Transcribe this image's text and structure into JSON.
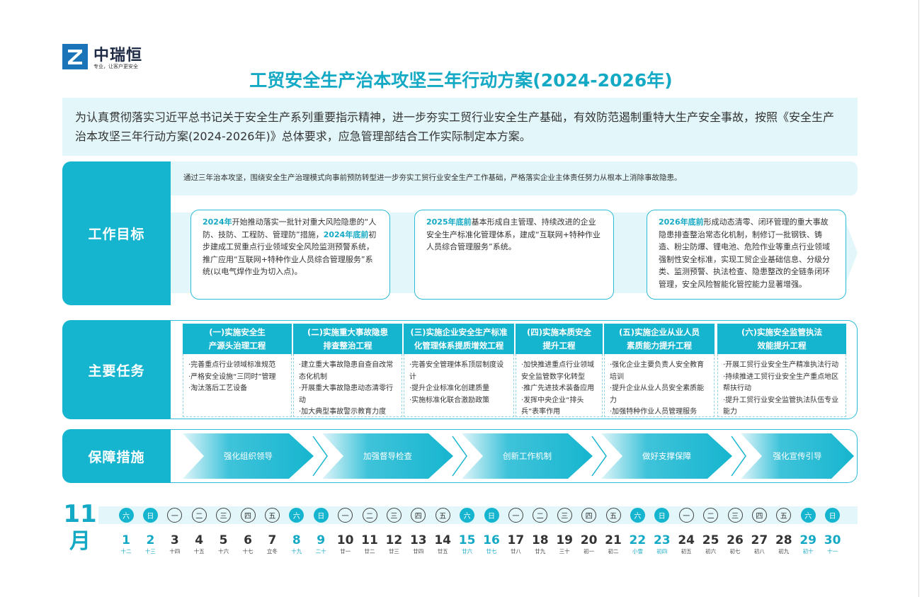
{
  "logo": {
    "name": "中瑞恒",
    "slogan": "专业，让客户更安全"
  },
  "title": "工贸安全生产治本攻坚三年行动方案(2024-2026年)",
  "intro": "为认真贯彻落实习近平总书记关于安全生产系列重要指示精神，进一步夯实工贸行业安全生产基础，有效防范遏制重特大生产安全事故，按照《安全生产治本攻坚三年行动方案(2024-2026年)》总体要求，应急管理部结合工作实际制定本方案。",
  "goals": {
    "label": "工作目标",
    "summary": "通过三年治本攻坚，围绕安全生产治理模式向事前预防转型进一步夯实工贸行业安全生产工作基础，严格落实企业主体责任努力从根本上消除事故隐患。",
    "cards": [
      {
        "y1": "2024年",
        "t1": "开始推动落实一批针对重大风险隐患的“人防、技防、工程防、管理防”措施，",
        "y2": "2024年底前",
        "t2": "初步建成工贸重点行业领域安全风险监测预警系统，推广应用“互联网+特种作业人员综合管理服务”系统(以电气焊作业为切入点)。"
      },
      {
        "y1": "2025年底前",
        "t1": "基本形成自主管理、持续改进的企业安全生产标准化管理体系，建成“互联网+特种作业人员综合管理服务”系统。"
      },
      {
        "y1": "2026年底前",
        "t1": "形成动态清零、闭环管理的重大事故隐患排查整治常态化机制，制修订一批钢铁、铸造、粉尘防爆、锂电池、危险作业等重点行业领域强制性安全标准，实现工贸企业基础信息、分级分类、监测预警、执法检查、隐患整改的全链条闭环管理，安全风险智能化管控能力显著增强。"
      }
    ]
  },
  "tasks": {
    "label": "主要任务",
    "columns": [
      {
        "h1": "(一)实施安全生",
        "h2": "产源头治理工程",
        "items": [
          "·完善重点行业领域标准规范",
          "·严格安全设施“三同时”管理",
          "·淘汰落后工艺设备"
        ]
      },
      {
        "h1": "(二)实施重大事故隐患",
        "h2": "排查整治工程",
        "items": [
          "·建立重大事故隐患自查自改常态化机制",
          "·开展重大事故隐患动态清零行动",
          "·加大典型事故警示教育力度"
        ]
      },
      {
        "h1": "(三)实施企业安全生产标准",
        "h2": "化管理体系提质增效工程",
        "items": [
          "·完善安全管理体系顶层制度设计",
          "·提升企业标准化创建质量",
          "·实施标准化联合激励政策"
        ]
      },
      {
        "h1": "(四)实施本质安全",
        "h2": "提升工程",
        "items": [
          "·加快推进重点行业领域安全监管数字化转型",
          "·推广先进技术装备应用",
          "·发挥中央企业“排头兵”表率作用"
        ]
      },
      {
        "h1": "(五)实施企业从业人员",
        "h2": "素质能力提升工程",
        "items": [
          "·强化企业主要负责人安全教育培训",
          "·提升企业从业人员安全素质能力",
          "·加强特种作业人员管理服务"
        ]
      },
      {
        "h1": "(六)实施安全监管执法",
        "h2": "效能提升工程",
        "items": [
          "·开展工贸行业安全生产精准执法行动",
          "·持续推进工贸行业安全生产重点地区帮扶行动",
          "·提升工贸行业安全监管执法队伍专业能力"
        ]
      }
    ]
  },
  "measures": {
    "label": "保障措施",
    "items": [
      "强化组织领导",
      "加强督导检查",
      "创新工作机制",
      "做好支撑保障",
      "强化宣传引导"
    ]
  },
  "calendar": {
    "month_num": "11",
    "month_char": "月",
    "days": [
      {
        "w": "六",
        "d": "1",
        "l": "十二",
        "we": true
      },
      {
        "w": "日",
        "d": "2",
        "l": "十三",
        "we": true
      },
      {
        "w": "一",
        "d": "3",
        "l": "十四",
        "we": false
      },
      {
        "w": "二",
        "d": "4",
        "l": "十五",
        "we": false
      },
      {
        "w": "三",
        "d": "5",
        "l": "十六",
        "we": false
      },
      {
        "w": "四",
        "d": "6",
        "l": "十七",
        "we": false
      },
      {
        "w": "五",
        "d": "7",
        "l": "立冬",
        "we": false
      },
      {
        "w": "六",
        "d": "8",
        "l": "十九",
        "we": true
      },
      {
        "w": "日",
        "d": "9",
        "l": "二十",
        "we": true
      },
      {
        "w": "一",
        "d": "10",
        "l": "廿一",
        "we": false
      },
      {
        "w": "二",
        "d": "11",
        "l": "廿二",
        "we": false
      },
      {
        "w": "三",
        "d": "12",
        "l": "廿三",
        "we": false
      },
      {
        "w": "四",
        "d": "13",
        "l": "廿四",
        "we": false
      },
      {
        "w": "五",
        "d": "14",
        "l": "廿五",
        "we": false
      },
      {
        "w": "六",
        "d": "15",
        "l": "廿六",
        "we": true
      },
      {
        "w": "日",
        "d": "16",
        "l": "廿七",
        "we": true
      },
      {
        "w": "一",
        "d": "17",
        "l": "廿八",
        "we": false
      },
      {
        "w": "二",
        "d": "18",
        "l": "廿九",
        "we": false
      },
      {
        "w": "三",
        "d": "19",
        "l": "三十",
        "we": false
      },
      {
        "w": "四",
        "d": "20",
        "l": "初一",
        "we": false
      },
      {
        "w": "五",
        "d": "21",
        "l": "初二",
        "we": false
      },
      {
        "w": "六",
        "d": "22",
        "l": "小雪",
        "we": true
      },
      {
        "w": "日",
        "d": "23",
        "l": "初四",
        "we": true
      },
      {
        "w": "一",
        "d": "24",
        "l": "初五",
        "we": false
      },
      {
        "w": "二",
        "d": "25",
        "l": "初六",
        "we": false
      },
      {
        "w": "三",
        "d": "26",
        "l": "初七",
        "we": false
      },
      {
        "w": "四",
        "d": "27",
        "l": "初八",
        "we": false
      },
      {
        "w": "五",
        "d": "28",
        "l": "初九",
        "we": false
      },
      {
        "w": "六",
        "d": "29",
        "l": "初十",
        "we": true
      },
      {
        "w": "日",
        "d": "30",
        "l": "十一",
        "we": true
      }
    ]
  },
  "colors": {
    "accent": "#16b5cf",
    "accent_text": "#14a9c4",
    "light_bg": "#e3f6f9",
    "logo_blue": "#1b74b8"
  }
}
